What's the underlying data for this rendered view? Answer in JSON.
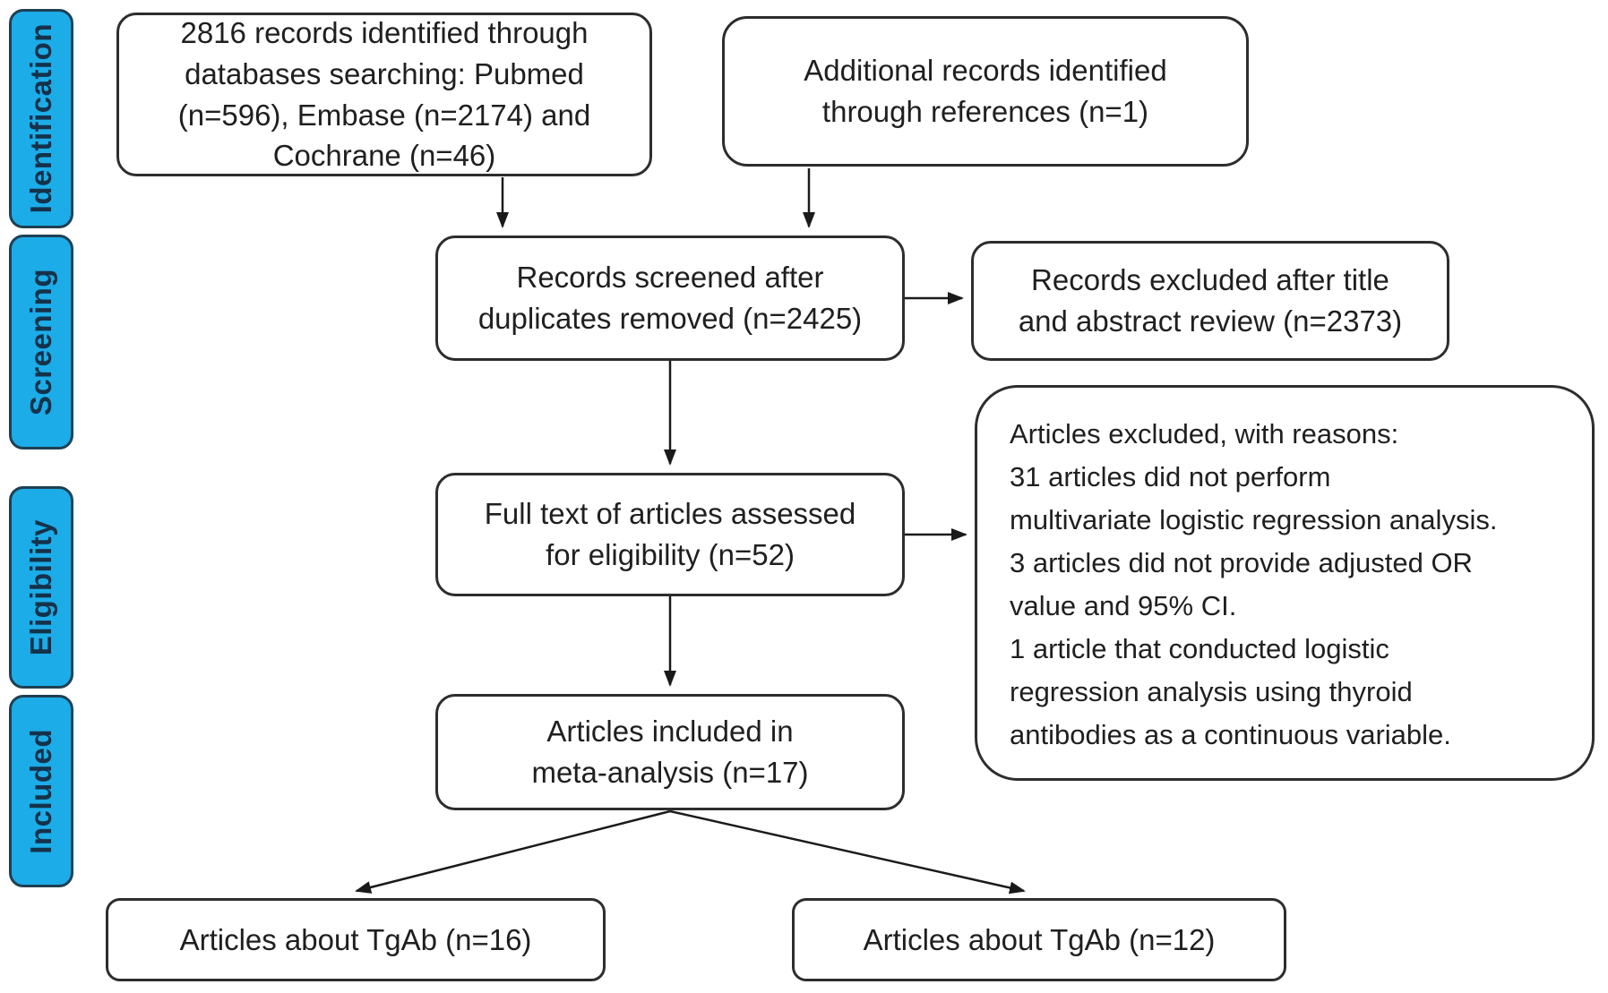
{
  "figure": {
    "type": "prisma-flow-diagram",
    "background_color": "#FFFFFF"
  },
  "sidebar": {
    "fill_color": "#1CACE8",
    "border_color": "#1E4053",
    "text_color": "#14324A",
    "stages": [
      {
        "label": "Identification"
      },
      {
        "label": "Screening"
      },
      {
        "label": "Eligibility"
      },
      {
        "label": "Included"
      }
    ]
  },
  "boxes": {
    "identified": {
      "text": "2816 records identified through\ndatabases searching: Pubmed\n(n=596), Embase (n=2174) and\nCochrane (n=46)"
    },
    "additional": {
      "text": "Additional records identified\nthrough references (n=1)"
    },
    "screened": {
      "text": "Records screened after\nduplicates removed (n=2425)"
    },
    "excluded_title_abstract": {
      "text": "Records excluded after title\nand abstract review (n=2373)"
    },
    "full_text": {
      "text": "Full text of articles assessed\nfor eligibility (n=52)"
    },
    "excluded_reasons": {
      "text": "Articles excluded, with reasons:\n31 articles did not perform\nmultivariate logistic regression analysis.\n3 articles did not provide adjusted OR\nvalue and 95% CI.\n1 article that conducted logistic\nregression analysis using thyroid\nantibodies as a continuous variable."
    },
    "included_meta": {
      "text": "Articles included in\nmeta-analysis (n=17)"
    },
    "tgab_left": {
      "text": "Articles about TgAb (n=16)"
    },
    "tgab_right": {
      "text": "Articles about TgAb (n=12)"
    }
  },
  "colors": {
    "box_border": "#2D2D2D",
    "box_text": "#1F1F1F",
    "arrow": "#1A1A1A",
    "stage_fill": "#1CACE8"
  }
}
